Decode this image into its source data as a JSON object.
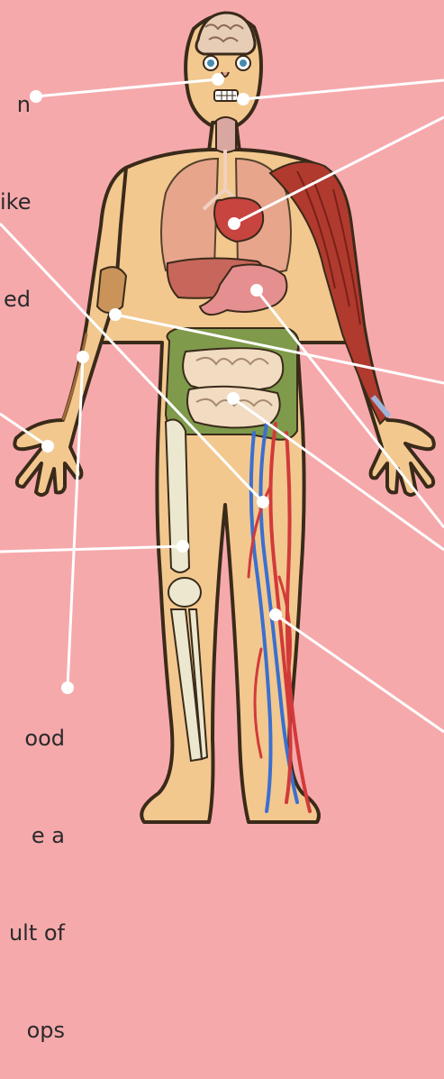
{
  "captions": {
    "top": [
      "n",
      "ike",
      "ed"
    ],
    "bottom": [
      "ood",
      "e a",
      "ult of",
      "ops"
    ]
  },
  "colors": {
    "background": "#f6a9ab",
    "skin": "#f2c88f",
    "outline": "#3a2a1a",
    "leader_line": "#ffffff",
    "muscle": "#b03a2e",
    "intestine_small": "#f1dcc2",
    "intestine_large": "#7e9a4a",
    "artery": "#d23a3a",
    "vein": "#3b6fd0",
    "bone": "#ece7cf",
    "lung": "#e6a08c",
    "liver": "#c7665a",
    "stomach": "#e58f90",
    "heart": "#c8443f",
    "brain": "#e8cdb6"
  }
}
